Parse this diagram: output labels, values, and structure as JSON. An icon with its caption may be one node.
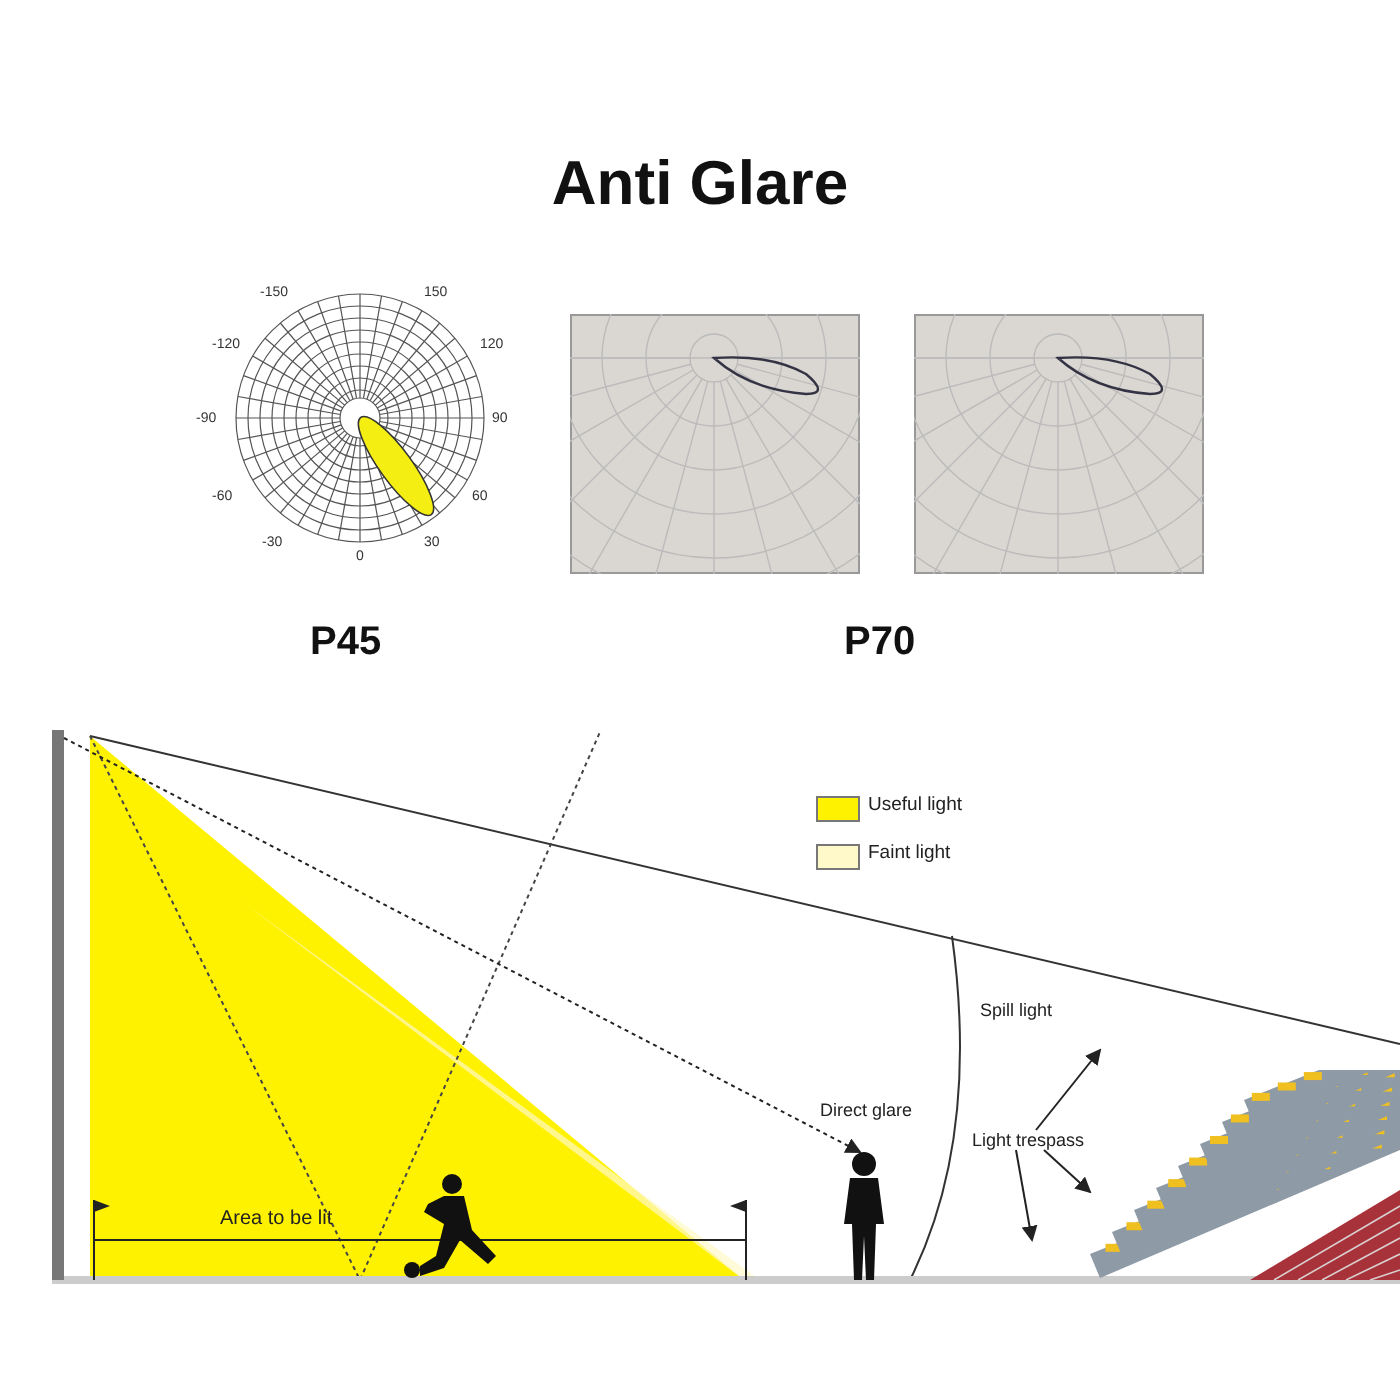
{
  "diagram": {
    "title": "Anti Glare",
    "nodes": [
      {
        "text": [],
        "shape": "picture",
        "beside": [
          "-150",
          "150",
          "-120",
          "120",
          "-90",
          "90",
          "-60",
          "60",
          "-30",
          "30",
          "0"
        ]
      },
      {
        "text": [],
        "shape": "picture"
      },
      {
        "text": [],
        "shape": "picture"
      },
      {
        "text": [],
        "shape": "bar"
      },
      {
        "text": [],
        "shape": "person"
      },
      {
        "text": [
          "Light trespass"
        ]
      },
      {
        "text": [],
        "shape": "picture"
      }
    ],
    "edges": [
      {
        "from": 3,
        "to": 4,
        "arrow": "to",
        "style": "dashed"
      },
      {
        "from": 5,
        "to": 6,
        "arrow": "to"
      },
      {
        "from": 5,
        "to": null,
        "arrow": "to"
      },
      {
        "from": 5,
        "to": null,
        "arrow": "to"
      }
    ],
    "labels": [
      "P45",
      "P70",
      "Area to be lit",
      "Direct glare",
      "Spill light"
    ],
    "legend": [
      {
        "text": "Useful light",
        "color": "#fff200"
      },
      {
        "text": "Faint light",
        "color": "#fff8c8"
      }
    ]
  }
}
